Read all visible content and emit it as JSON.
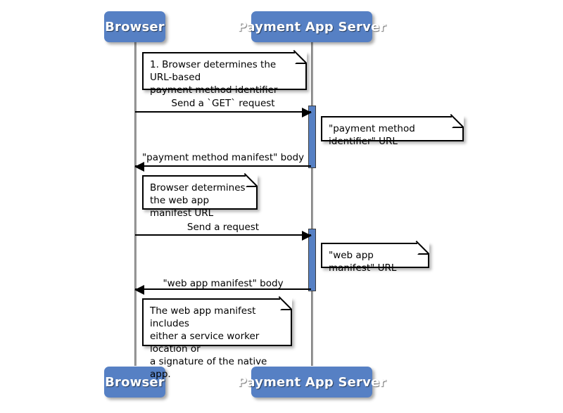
{
  "diagram": {
    "type": "uml-sequence-diagram",
    "title": "Payment method manifest and web app manifest retrieval",
    "colors": {
      "participant_fill": "#5680c4",
      "participant_text": "#ffffff",
      "activation_fill": "#5680c4",
      "lifeline": "#9a9a9a",
      "line": "#000000",
      "note_fill": "#ffffff",
      "background": "#ffffff"
    },
    "participants": [
      {
        "id": "browser",
        "label": "Browser"
      },
      {
        "id": "server",
        "label": "Payment App Server"
      }
    ],
    "participants_bottom": [
      {
        "id": "browser",
        "label": "Browser"
      },
      {
        "id": "server",
        "label": "Payment App Server"
      }
    ],
    "messages": [
      {
        "id": "get-request",
        "label": "Send a `GET` request",
        "from": "browser",
        "to": "server",
        "direction": "right"
      },
      {
        "id": "manifest-body",
        "label": "\"payment method manifest\" body",
        "from": "server",
        "to": "browser",
        "direction": "left"
      },
      {
        "id": "send-request",
        "label": "Send a request",
        "from": "browser",
        "to": "server",
        "direction": "right"
      },
      {
        "id": "web-app-manifest-body",
        "label": "\"web app manifest\" body",
        "from": "server",
        "to": "browser",
        "direction": "left"
      }
    ],
    "notes": [
      {
        "id": "note-url-based-identifier",
        "text": "1. Browser determines the URL-based\npayment method identifier",
        "anchor": "browser"
      },
      {
        "id": "note-payment-method-identifier-url",
        "text": "\"payment method identifier\" URL",
        "anchor": "server"
      },
      {
        "id": "note-browser-determines-manifest-url",
        "text": "Browser determines\nthe web app manifest URL",
        "anchor": "browser"
      },
      {
        "id": "note-web-app-manifest-url",
        "text": "\"web app manifest\" URL",
        "anchor": "server"
      },
      {
        "id": "note-web-app-manifest-includes",
        "text": "The web app manifest includes\neither a service worker location or\na signature of the native app.",
        "anchor": "browser"
      }
    ]
  }
}
